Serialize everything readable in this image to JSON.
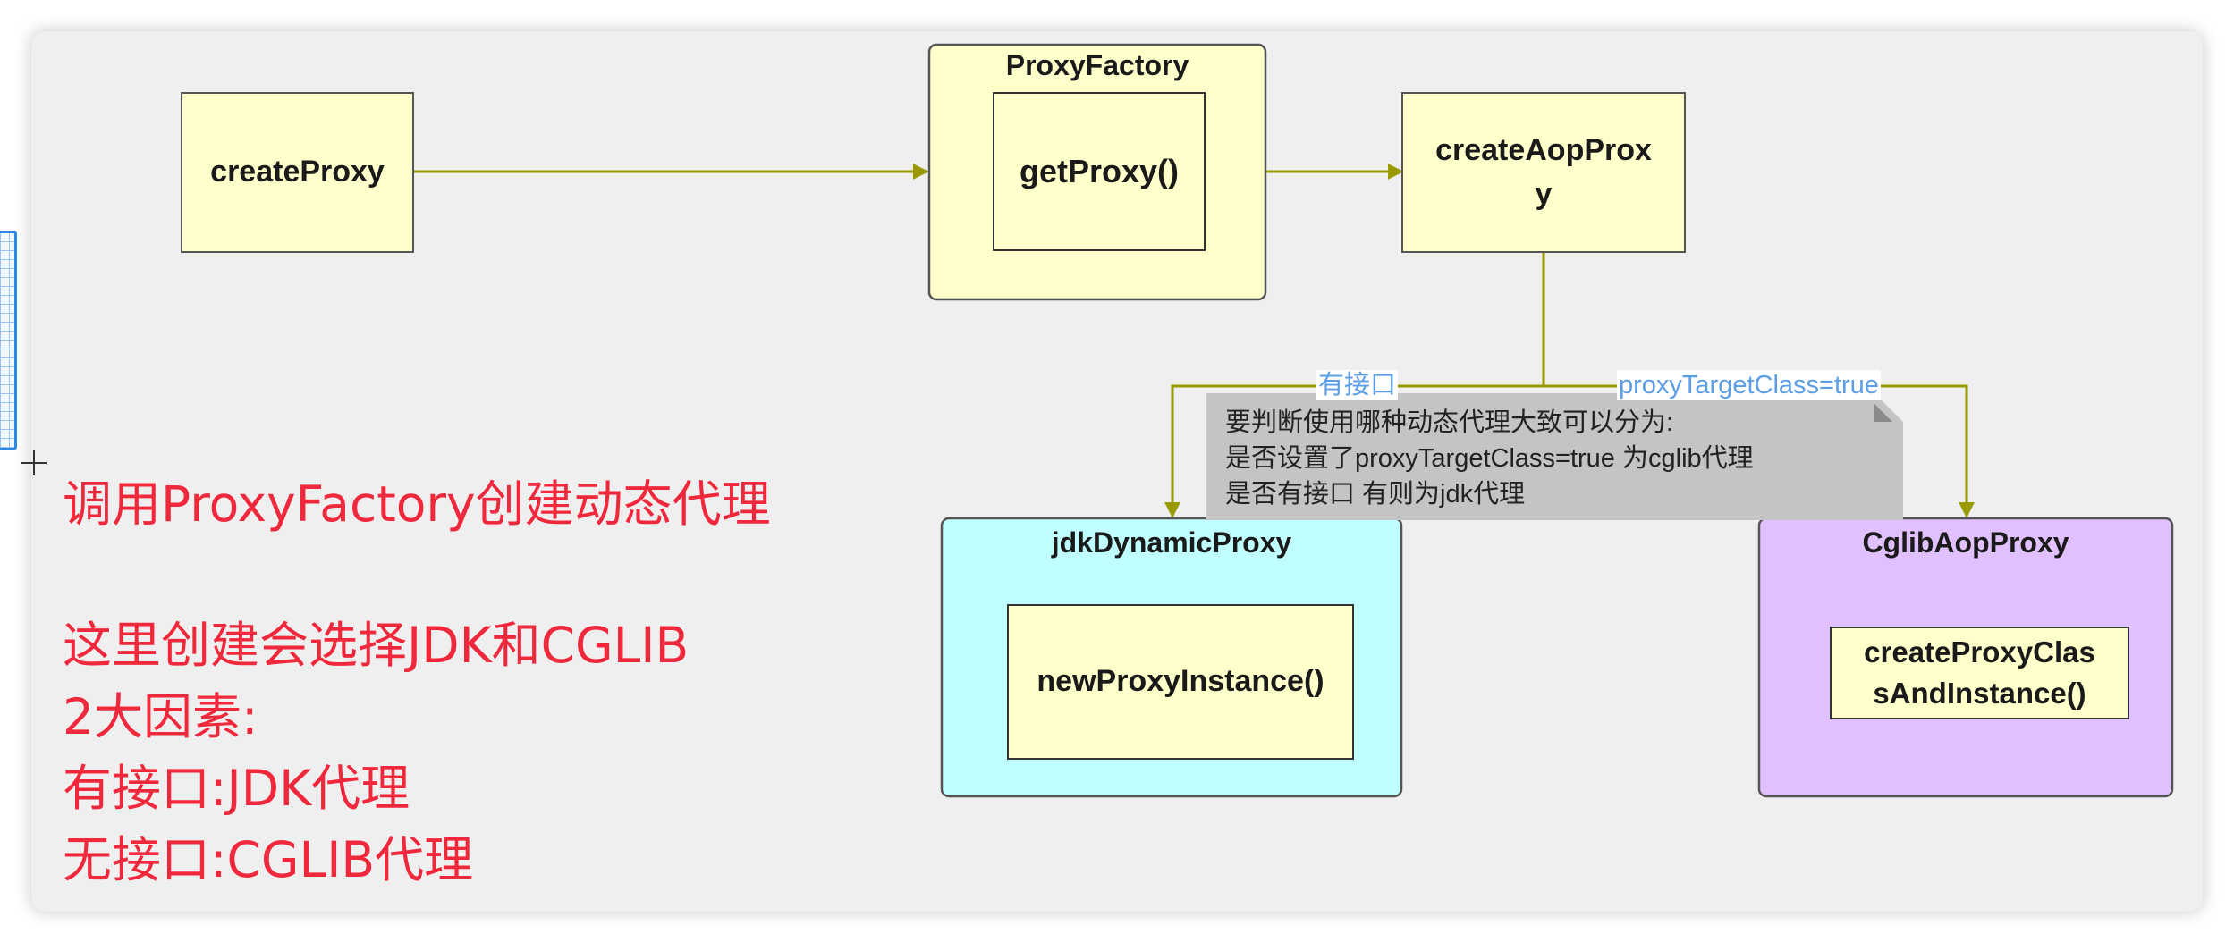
{
  "colors": {
    "node_fill": "#ffffcc",
    "edge_color": "#999900",
    "jdk_fill": "#c0ffff",
    "cglib_fill": "#e0c0ff",
    "note_fill": "#c4c4c4",
    "label_color": "#5b9ee6",
    "annotation_color": "#f0283c"
  },
  "nodes": {
    "create_proxy": "createProxy",
    "proxy_factory": "ProxyFactory",
    "get_proxy": "getProxy()",
    "create_aop_proxy": [
      "createAopProx",
      "y"
    ],
    "jdk_dynamic_proxy": "jdkDynamicProxy",
    "new_proxy_instance": "newProxyInstance()",
    "cglib_aop_proxy": "CglibAopProxy",
    "create_proxy_class": [
      "createProxyClas",
      "sAndInstance()"
    ]
  },
  "edges": {
    "has_interface_label": "有接口",
    "proxy_target_class_label": "proxyTargetClass=true"
  },
  "note": {
    "lines": [
      "要判断使用哪种动态代理大致可以分为:",
      "是否设置了proxyTargetClass=true 为cglib代理",
      "是否有接口  有则为jdk代理"
    ]
  },
  "annotations": [
    "调用ProxyFactory创建动态代理",
    "这里创建会选择JDK和CGLIB",
    "2大因素:",
    "有接口:JDK代理",
    "无接口:CGLIB代理"
  ]
}
